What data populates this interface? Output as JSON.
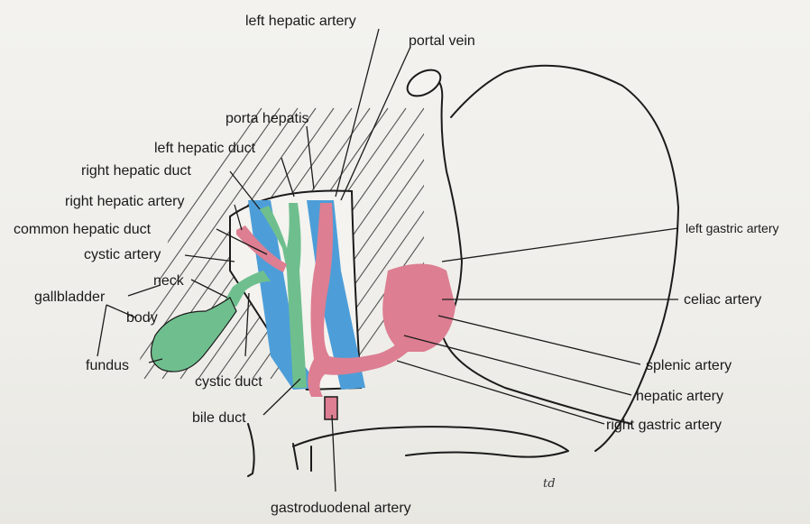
{
  "labels": {
    "left_hepatic_artery": "left hepatic artery",
    "portal_vein": "portal vein",
    "porta_hepatis": "porta hepatis",
    "left_hepatic_duct": "left hepatic duct",
    "right_hepatic_duct": "right hepatic duct",
    "right_hepatic_artery": "right hepatic artery",
    "common_hepatic_duct": "common hepatic duct",
    "cystic_artery": "cystic artery",
    "neck": "neck",
    "gallbladder": "gallbladder",
    "body": "body",
    "fundus": "fundus",
    "cystic_duct": "cystic duct",
    "bile_duct": "bile duct",
    "gastroduodenal_artery": "gastroduodenal artery",
    "left_gastric_artery": "left gastric artery",
    "celiac_artery": "celiac artery",
    "splenic_artery": "splenic artery",
    "hepatic_artery": "hepatic artery",
    "right_gastric_artery": "right gastric artery"
  },
  "signature": "td",
  "colors": {
    "artery": "#dd7e92",
    "vein": "#4d9ed8",
    "bile": "#6fbf8e",
    "line": "#1b1b1b",
    "background": "#f1f0ec"
  }
}
